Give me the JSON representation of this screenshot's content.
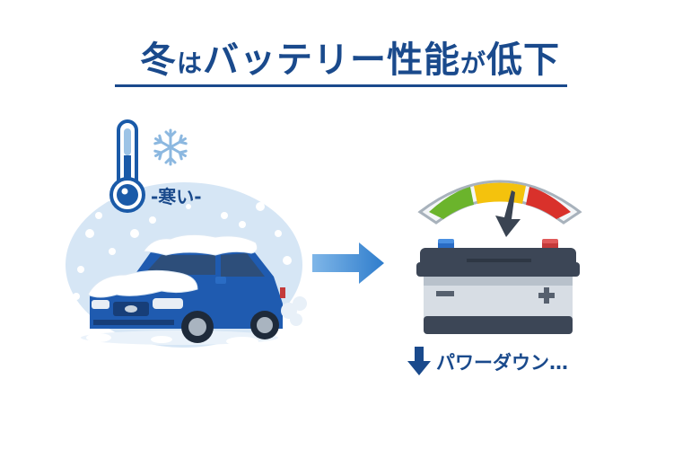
{
  "title": {
    "part1": "冬",
    "part2": "は",
    "part3": "バッテリー性能",
    "part4": "が",
    "part5": "低下"
  },
  "cold_label": "-寒い-",
  "power_label": "パワーダウン…",
  "colors": {
    "title": "#1a4a8c",
    "gauge_green": "#6bb42c",
    "gauge_yellow": "#f4c20d",
    "gauge_red": "#d9312b",
    "car_blue": "#1f5bb0",
    "snow_bg": "#d6e6f5",
    "arrow": "#3f8fd6"
  },
  "icons": [
    "thermometer-icon",
    "snowflake-icon",
    "car-illustration",
    "right-arrow-icon",
    "gauge-icon",
    "battery-icon",
    "down-arrow-icon"
  ]
}
